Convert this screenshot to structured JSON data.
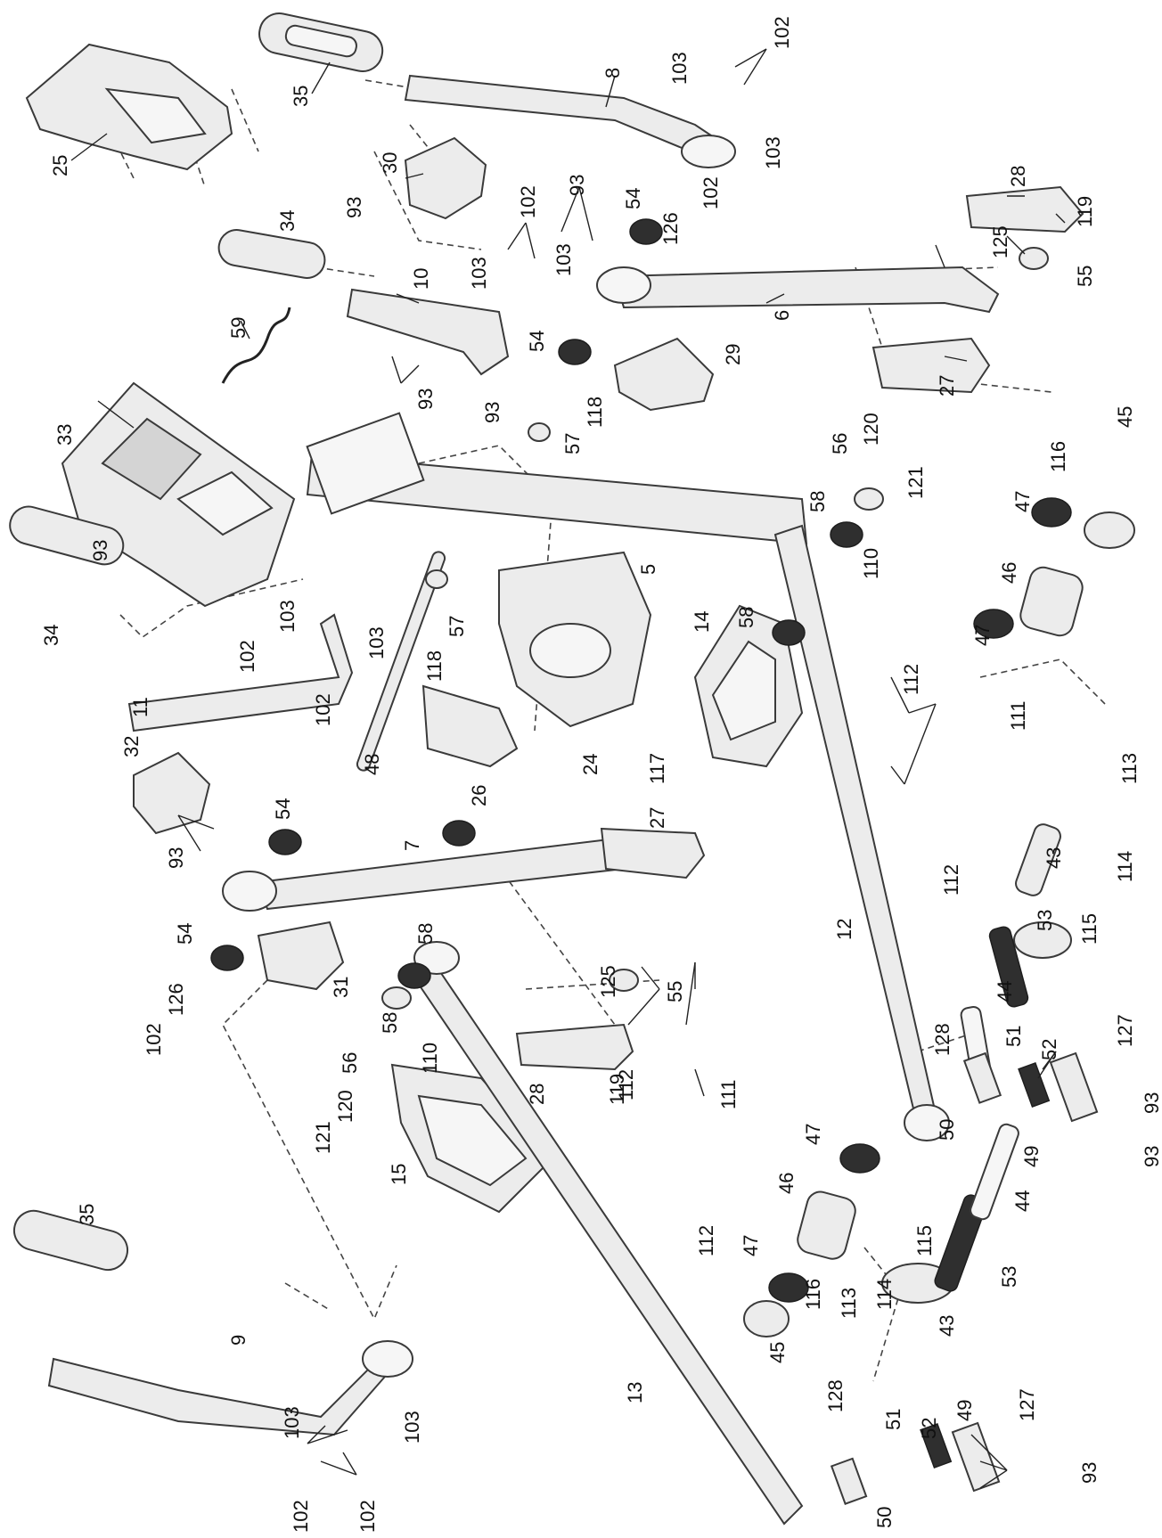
{
  "callouts": [
    {
      "id": "c25",
      "text": "25"
    },
    {
      "id": "c30",
      "text": "30"
    },
    {
      "id": "c35a",
      "text": "35"
    },
    {
      "id": "c8",
      "text": "8"
    },
    {
      "id": "c103a",
      "text": "103"
    },
    {
      "id": "c102a",
      "text": "102"
    },
    {
      "id": "c103b",
      "text": "103"
    },
    {
      "id": "c28a",
      "text": "28"
    },
    {
      "id": "c119a",
      "text": "119"
    },
    {
      "id": "c93a",
      "text": "93"
    },
    {
      "id": "c54a",
      "text": "54"
    },
    {
      "id": "c126a",
      "text": "126"
    },
    {
      "id": "c102b",
      "text": "102"
    },
    {
      "id": "c125a",
      "text": "125"
    },
    {
      "id": "c55a",
      "text": "55"
    },
    {
      "id": "c34a",
      "text": "34"
    },
    {
      "id": "c93b",
      "text": "93"
    },
    {
      "id": "c102c",
      "text": "102"
    },
    {
      "id": "c10",
      "text": "10"
    },
    {
      "id": "c103c",
      "text": "103"
    },
    {
      "id": "c103d",
      "text": "103"
    },
    {
      "id": "c6",
      "text": "6"
    },
    {
      "id": "c59",
      "text": "59"
    },
    {
      "id": "c54b",
      "text": "54"
    },
    {
      "id": "c29",
      "text": "29"
    },
    {
      "id": "c33",
      "text": "33"
    },
    {
      "id": "c93c",
      "text": "93"
    },
    {
      "id": "c93d",
      "text": "93"
    },
    {
      "id": "c118a",
      "text": "118"
    },
    {
      "id": "c57a",
      "text": "57"
    },
    {
      "id": "c27a",
      "text": "27"
    },
    {
      "id": "c120a",
      "text": "120"
    },
    {
      "id": "c56a",
      "text": "56"
    },
    {
      "id": "c121a",
      "text": "121"
    },
    {
      "id": "c45a",
      "text": "45"
    },
    {
      "id": "c58a",
      "text": "58"
    },
    {
      "id": "c110a",
      "text": "110"
    },
    {
      "id": "c116a",
      "text": "116"
    },
    {
      "id": "c47a",
      "text": "47"
    },
    {
      "id": "c5",
      "text": "5"
    },
    {
      "id": "c93e",
      "text": "93"
    },
    {
      "id": "c34b",
      "text": "34"
    },
    {
      "id": "c103e",
      "text": "103"
    },
    {
      "id": "c102d",
      "text": "102"
    },
    {
      "id": "c103f",
      "text": "103"
    },
    {
      "id": "c57b",
      "text": "57"
    },
    {
      "id": "c118b",
      "text": "118"
    },
    {
      "id": "c46a",
      "text": "46"
    },
    {
      "id": "c14",
      "text": "14"
    },
    {
      "id": "c58b",
      "text": "58"
    },
    {
      "id": "c47b",
      "text": "47"
    },
    {
      "id": "c11",
      "text": "11"
    },
    {
      "id": "c102e",
      "text": "102"
    },
    {
      "id": "c112a",
      "text": "112"
    },
    {
      "id": "c111a",
      "text": "111"
    },
    {
      "id": "c32",
      "text": "32"
    },
    {
      "id": "c48",
      "text": "48"
    },
    {
      "id": "c24",
      "text": "24"
    },
    {
      "id": "c117",
      "text": "117"
    },
    {
      "id": "c113a",
      "text": "113"
    },
    {
      "id": "c26",
      "text": "26"
    },
    {
      "id": "c54c",
      "text": "54"
    },
    {
      "id": "c93f",
      "text": "93"
    },
    {
      "id": "c7",
      "text": "7"
    },
    {
      "id": "c27b",
      "text": "27"
    },
    {
      "id": "c112b",
      "text": "112"
    },
    {
      "id": "c43a",
      "text": "43"
    },
    {
      "id": "c53a",
      "text": "53"
    },
    {
      "id": "c114a",
      "text": "114"
    },
    {
      "id": "c12",
      "text": "12"
    },
    {
      "id": "c115a",
      "text": "115"
    },
    {
      "id": "c54d",
      "text": "54"
    },
    {
      "id": "c58c",
      "text": "58"
    },
    {
      "id": "c126b",
      "text": "126"
    },
    {
      "id": "c31",
      "text": "31"
    },
    {
      "id": "c102f",
      "text": "102"
    },
    {
      "id": "c58d",
      "text": "58"
    },
    {
      "id": "c125b",
      "text": "125"
    },
    {
      "id": "c55b",
      "text": "55"
    },
    {
      "id": "c44a",
      "text": "44"
    },
    {
      "id": "c128a",
      "text": "128"
    },
    {
      "id": "c56b",
      "text": "56"
    },
    {
      "id": "c110b",
      "text": "110"
    },
    {
      "id": "c51a",
      "text": "51"
    },
    {
      "id": "c52a",
      "text": "52"
    },
    {
      "id": "c127a",
      "text": "127"
    },
    {
      "id": "c120b",
      "text": "120"
    },
    {
      "id": "c121b",
      "text": "121"
    },
    {
      "id": "c28b",
      "text": "28"
    },
    {
      "id": "c119b",
      "text": "119"
    },
    {
      "id": "c93g",
      "text": "93"
    },
    {
      "id": "c50a",
      "text": "50"
    },
    {
      "id": "c49a",
      "text": "49"
    },
    {
      "id": "c93h",
      "text": "93"
    },
    {
      "id": "c112c",
      "text": "112"
    },
    {
      "id": "c111b",
      "text": "111"
    },
    {
      "id": "c15",
      "text": "15"
    },
    {
      "id": "c47c",
      "text": "47"
    },
    {
      "id": "c46b",
      "text": "46"
    },
    {
      "id": "c44b",
      "text": "44"
    },
    {
      "id": "c47d",
      "text": "47"
    },
    {
      "id": "c115b",
      "text": "115"
    },
    {
      "id": "c112d",
      "text": "112"
    },
    {
      "id": "c35b",
      "text": "35"
    },
    {
      "id": "c53b",
      "text": "53"
    },
    {
      "id": "c113b",
      "text": "113"
    },
    {
      "id": "c114b",
      "text": "114"
    },
    {
      "id": "c43b",
      "text": "43"
    },
    {
      "id": "c116b",
      "text": "116"
    },
    {
      "id": "c45b",
      "text": "45"
    },
    {
      "id": "c9",
      "text": "9"
    },
    {
      "id": "c13",
      "text": "13"
    },
    {
      "id": "c103g",
      "text": "103"
    },
    {
      "id": "c103h",
      "text": "103"
    },
    {
      "id": "c128b",
      "text": "128"
    },
    {
      "id": "c51b",
      "text": "51"
    },
    {
      "id": "c52b",
      "text": "52"
    },
    {
      "id": "c49b",
      "text": "49"
    },
    {
      "id": "c127b",
      "text": "127"
    },
    {
      "id": "c102g",
      "text": "102"
    },
    {
      "id": "c102h",
      "text": "102"
    },
    {
      "id": "c50b",
      "text": "50"
    },
    {
      "id": "c93i",
      "text": "93"
    }
  ]
}
